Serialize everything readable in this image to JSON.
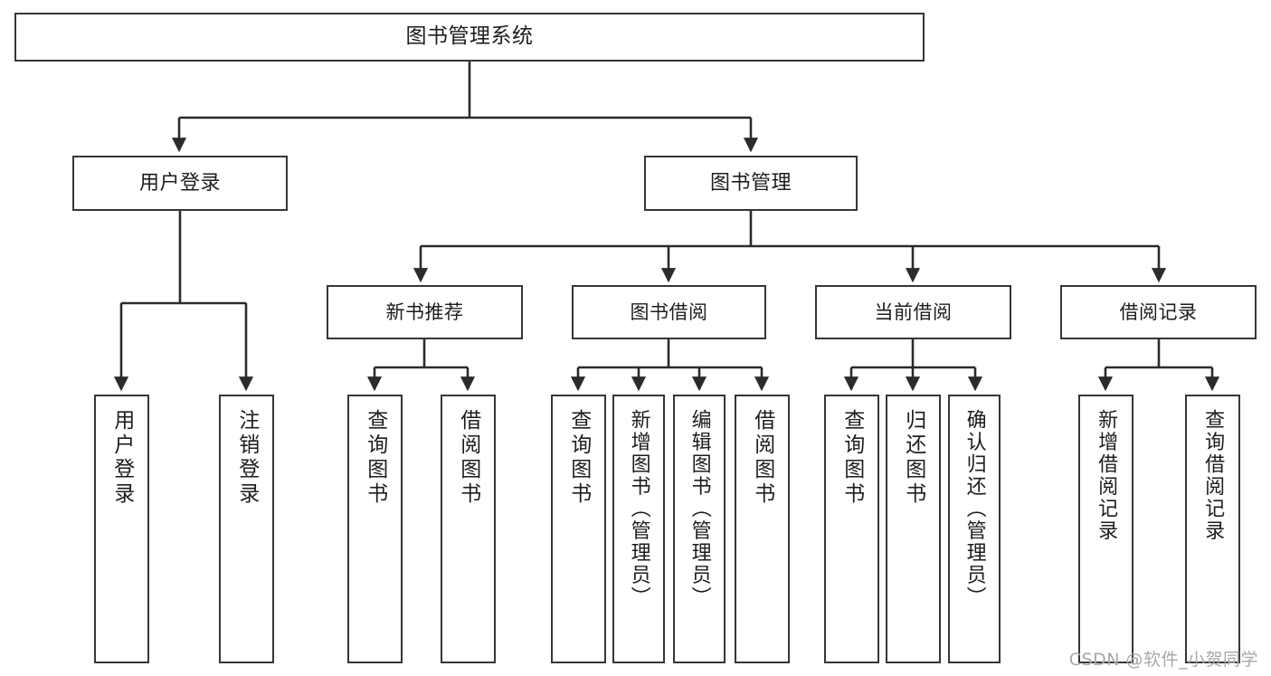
{
  "diagram": {
    "type": "tree",
    "title": "图书管理系统",
    "root": {
      "label": "图书管理系统"
    },
    "level2": [
      {
        "label": "用户登录"
      },
      {
        "label": "图书管理"
      }
    ],
    "level3": [
      {
        "label": "新书推荐"
      },
      {
        "label": "图书借阅"
      },
      {
        "label": "当前借阅"
      },
      {
        "label": "借阅记录"
      }
    ],
    "leaves": {
      "user_login": [
        {
          "label": "用户登录"
        },
        {
          "label": "注销登录"
        }
      ],
      "new_book_recommend": [
        {
          "label": "查询图书"
        },
        {
          "label": "借阅图书"
        }
      ],
      "book_borrow": [
        {
          "label": "查询图书"
        },
        {
          "label": "新增图书（管理员）"
        },
        {
          "label": "编辑图书（管理员）"
        },
        {
          "label": "借阅图书"
        }
      ],
      "current_borrow": [
        {
          "label": "查询图书"
        },
        {
          "label": "归还图书"
        },
        {
          "label": "确认归还（管理员）"
        }
      ],
      "borrow_records": [
        {
          "label": "新增借阅记录"
        },
        {
          "label": "查询借阅记录"
        }
      ]
    }
  },
  "watermark": {
    "text": "CSDN @软件_小贺同学"
  },
  "colors": {
    "box_border": "#363636",
    "box_fill": "#ffffff",
    "edge": "#2b2b2b",
    "text": "#1d1d1d",
    "watermark": "#a8a8a8",
    "background": "#ffffff"
  }
}
